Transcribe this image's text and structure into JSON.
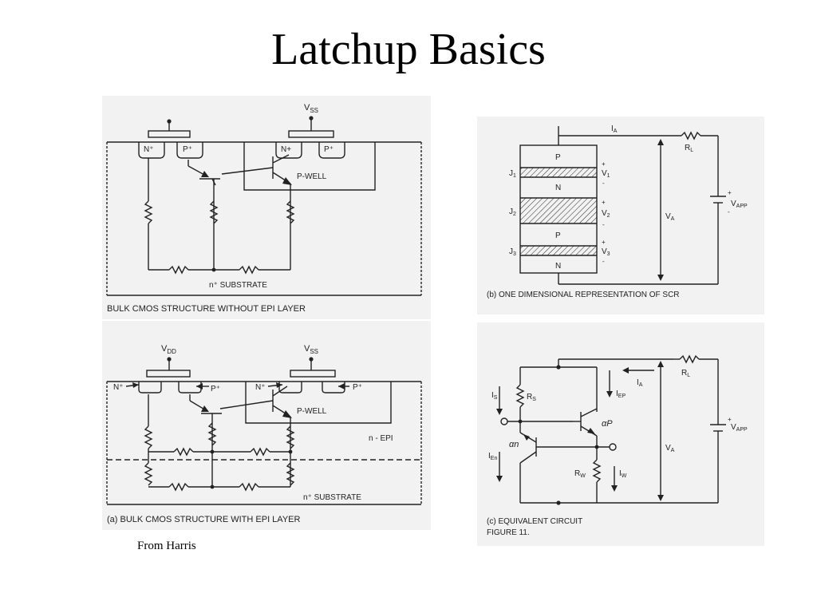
{
  "title": "Latchup Basics",
  "credit": "From Harris",
  "fig_top": {
    "vss": "V",
    "vss_sub": "SS",
    "nplus": "N⁺",
    "pplus": "P⁺",
    "nplus_well": "N+",
    "pplus_well": "P⁺",
    "pwell": "P-WELL",
    "substrate": "n⁺ SUBSTRATE",
    "caption": "BULK CMOS STRUCTURE WITHOUT EPI LAYER"
  },
  "fig_bottom": {
    "vdd": "V",
    "vdd_sub": "DD",
    "vss": "V",
    "vss_sub": "SS",
    "nplus": "N⁺",
    "pplus": "P⁺",
    "nplus_well": "N⁺",
    "pplus_well": "P⁺",
    "pwell": "P-WELL",
    "nepi": "n - EPI",
    "substrate": "n⁺ SUBSTRATE",
    "caption": "(a)  BULK CMOS STRUCTURE WITH EPI LAYER"
  },
  "fig_scr": {
    "ia": "I",
    "ia_sub": "A",
    "rl": "R",
    "rl_sub": "L",
    "layers": [
      "P",
      "N",
      "P",
      "N"
    ],
    "junctions": [
      "J",
      "J",
      "J"
    ],
    "junction_subs": [
      "1",
      "2",
      "3"
    ],
    "voltages": [
      "V",
      "V",
      "V"
    ],
    "voltage_subs": [
      "1",
      "2",
      "3"
    ],
    "va": "V",
    "va_sub": "A",
    "vapp": "V",
    "vapp_sub": "APP",
    "plus": "+",
    "minus": "-",
    "caption": "(b)  ONE DIMENSIONAL REPRESENTATION OF SCR"
  },
  "fig_equiv": {
    "is": "I",
    "is_sub": "S",
    "rs": "R",
    "rs_sub": "S",
    "ia": "I",
    "ia_sub": "A",
    "iep": "I",
    "iep_sub": "EP",
    "ap": "αP",
    "an": "αn",
    "ien": "I",
    "ien_sub": "En",
    "rw": "R",
    "rw_sub": "W",
    "iw": "I",
    "iw_sub": "W",
    "rl": "R",
    "rl_sub": "L",
    "va": "V",
    "va_sub": "A",
    "vapp": "V",
    "vapp_sub": "APP",
    "caption": "(c)  EQUIVALENT CIRCUIT",
    "caption2": "FIGURE 11."
  }
}
